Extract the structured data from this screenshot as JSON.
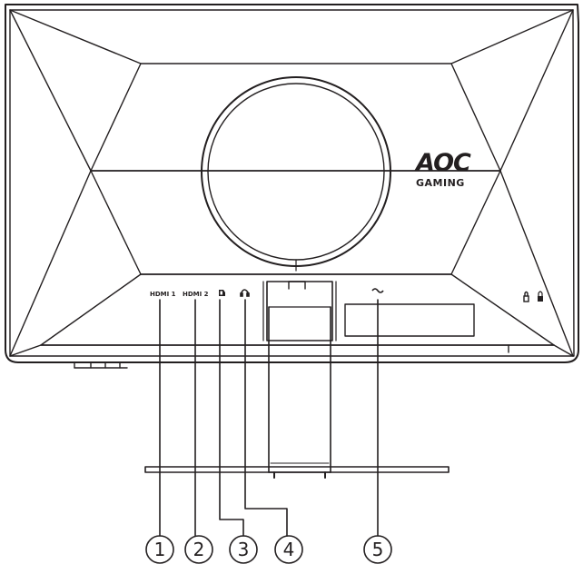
{
  "brand": {
    "logo_text": "AOC",
    "logo_subtext": "GAMING"
  },
  "ports": [
    {
      "number": "1",
      "label": "HDMI 1"
    },
    {
      "number": "2",
      "label": "HDMI 2"
    },
    {
      "number": "3",
      "label": "",
      "icon": "dp-port-icon"
    },
    {
      "number": "4",
      "label": "",
      "icon": "headphone-icon"
    },
    {
      "number": "5",
      "label": "",
      "icon": "ac-power-icon"
    }
  ],
  "colors": {
    "line": "#231f20",
    "background": "#ffffff"
  }
}
